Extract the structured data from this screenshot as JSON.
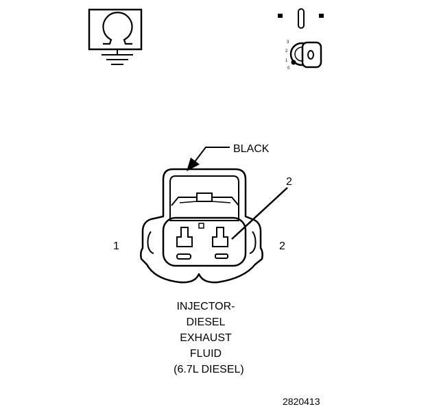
{
  "symbols": {
    "meter_icon": "ohmmeter-ground-icon",
    "ignition_icon": "ignition-key-off-icon",
    "ignition_positions": [
      "3",
      "2",
      "1",
      "0"
    ]
  },
  "connector": {
    "color_label": "BLACK",
    "callout_number": "2",
    "pin_left": "1",
    "pin_right": "2"
  },
  "caption": {
    "lines": [
      "INJECTOR-",
      "DIESEL",
      "EXHAUST",
      "FLUID",
      "  (6.7L DIESEL)"
    ]
  },
  "figure_number": "2820413"
}
